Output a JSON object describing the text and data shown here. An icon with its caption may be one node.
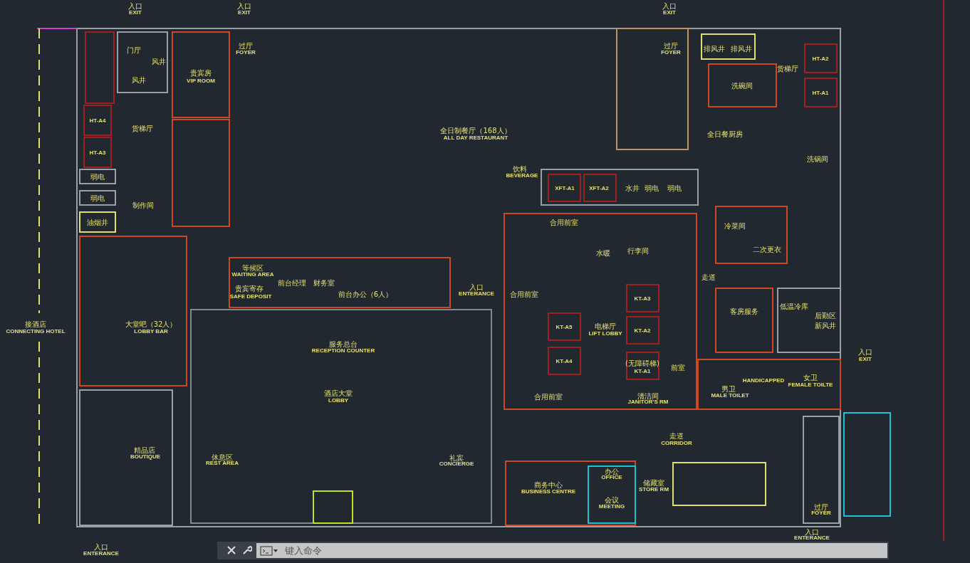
{
  "diagram": {
    "labels": [
      "入口",
      "EXIT",
      "入口",
      "EXIT",
      "入口",
      "EXIT",
      "门厅",
      "风井",
      "风井",
      "贵宾房",
      "VIP ROOM",
      "过厅",
      "FOYER",
      "过厅",
      "FOYER",
      "排风井",
      "排风井",
      "货梯厅",
      "HT-A2",
      "HT-A1",
      "洗碗间",
      "HT-A4",
      "货梯厅",
      "HT-A3",
      "全日制餐厅（168人）",
      "ALL DAY RESTAURANT",
      "全日餐厨房",
      "洗锅间",
      "饮料",
      "BEVERAGE",
      "XFT-A1",
      "XFT-A2",
      "水井",
      "弱电",
      "弱电",
      "弱电",
      "弱电",
      "油烟井",
      "制作间",
      "合用前室",
      "冷菜间",
      "二次更衣",
      "水暖",
      "行李间",
      "等候区",
      "WAITING AREA",
      "贵宾寄存",
      "SAFE DEPOSIT",
      "前台经理",
      "财务室",
      "前台办公（6人）",
      "入口",
      "ENTERANCE",
      "合用前室",
      "走道",
      "KT-A3",
      "客房服务",
      "低温冷库",
      "后勤区",
      "接酒店",
      "CONNECTING HOTEL",
      "大堂吧（32人）",
      "LOBBY BAR",
      "KT-A5",
      "电梯厅",
      "LIFT LOBBY",
      "KT-A2",
      "新风井",
      "服务总台",
      "RECEPTION COUNTER",
      "KT-A4",
      "(无障碍梯)",
      "KT-A1",
      "前室",
      "入口",
      "EXIT",
      "男卫",
      "MALE TOILET",
      "HANDICAPPED",
      "女卫",
      "FEMALE TOILTE",
      "清洁间",
      "JANITOR'S RM",
      "酒店大堂",
      "LOBBY",
      "合用前室",
      "走道",
      "CORRIDOR",
      "精品店",
      "BOUTIQUE",
      "休息区",
      "REST AREA",
      "礼宾",
      "CONCIERGE",
      "商务中心",
      "BUSINESS CENTRE",
      "办公",
      "OFFICE",
      "会议",
      "MEETING",
      "储藏室",
      "STORE RM",
      "过厅",
      "FOYER",
      "入口",
      "ENTERANCE",
      "入口",
      "ENTERANCE",
      "键入命令"
    ]
  }
}
